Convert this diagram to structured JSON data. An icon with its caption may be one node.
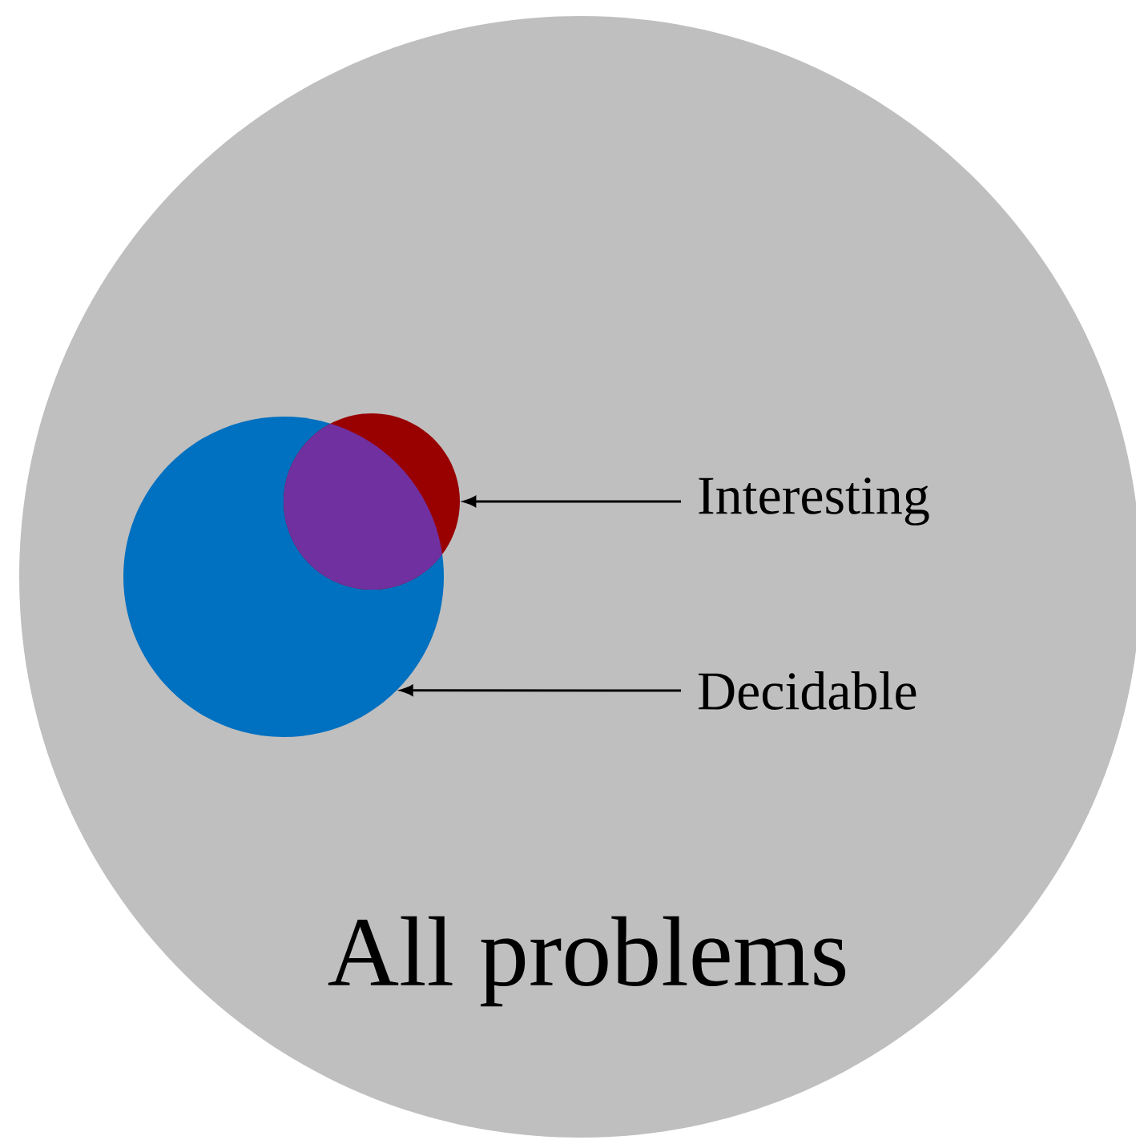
{
  "diagram": {
    "nodes": [
      {
        "text": [
          "All problems"
        ]
      },
      {
        "text": [],
        "shape": "circle",
        "in": 0
      },
      {
        "text": [],
        "shape": "circle",
        "in": 0
      },
      {
        "text": [
          "Interesting"
        ],
        "in": 0
      },
      {
        "text": [
          "Decidable"
        ],
        "in": 0
      }
    ],
    "edges": [
      {
        "from": 3,
        "to": 2,
        "arrow": "to"
      },
      {
        "from": 4,
        "to": 1,
        "arrow": "to"
      }
    ]
  }
}
